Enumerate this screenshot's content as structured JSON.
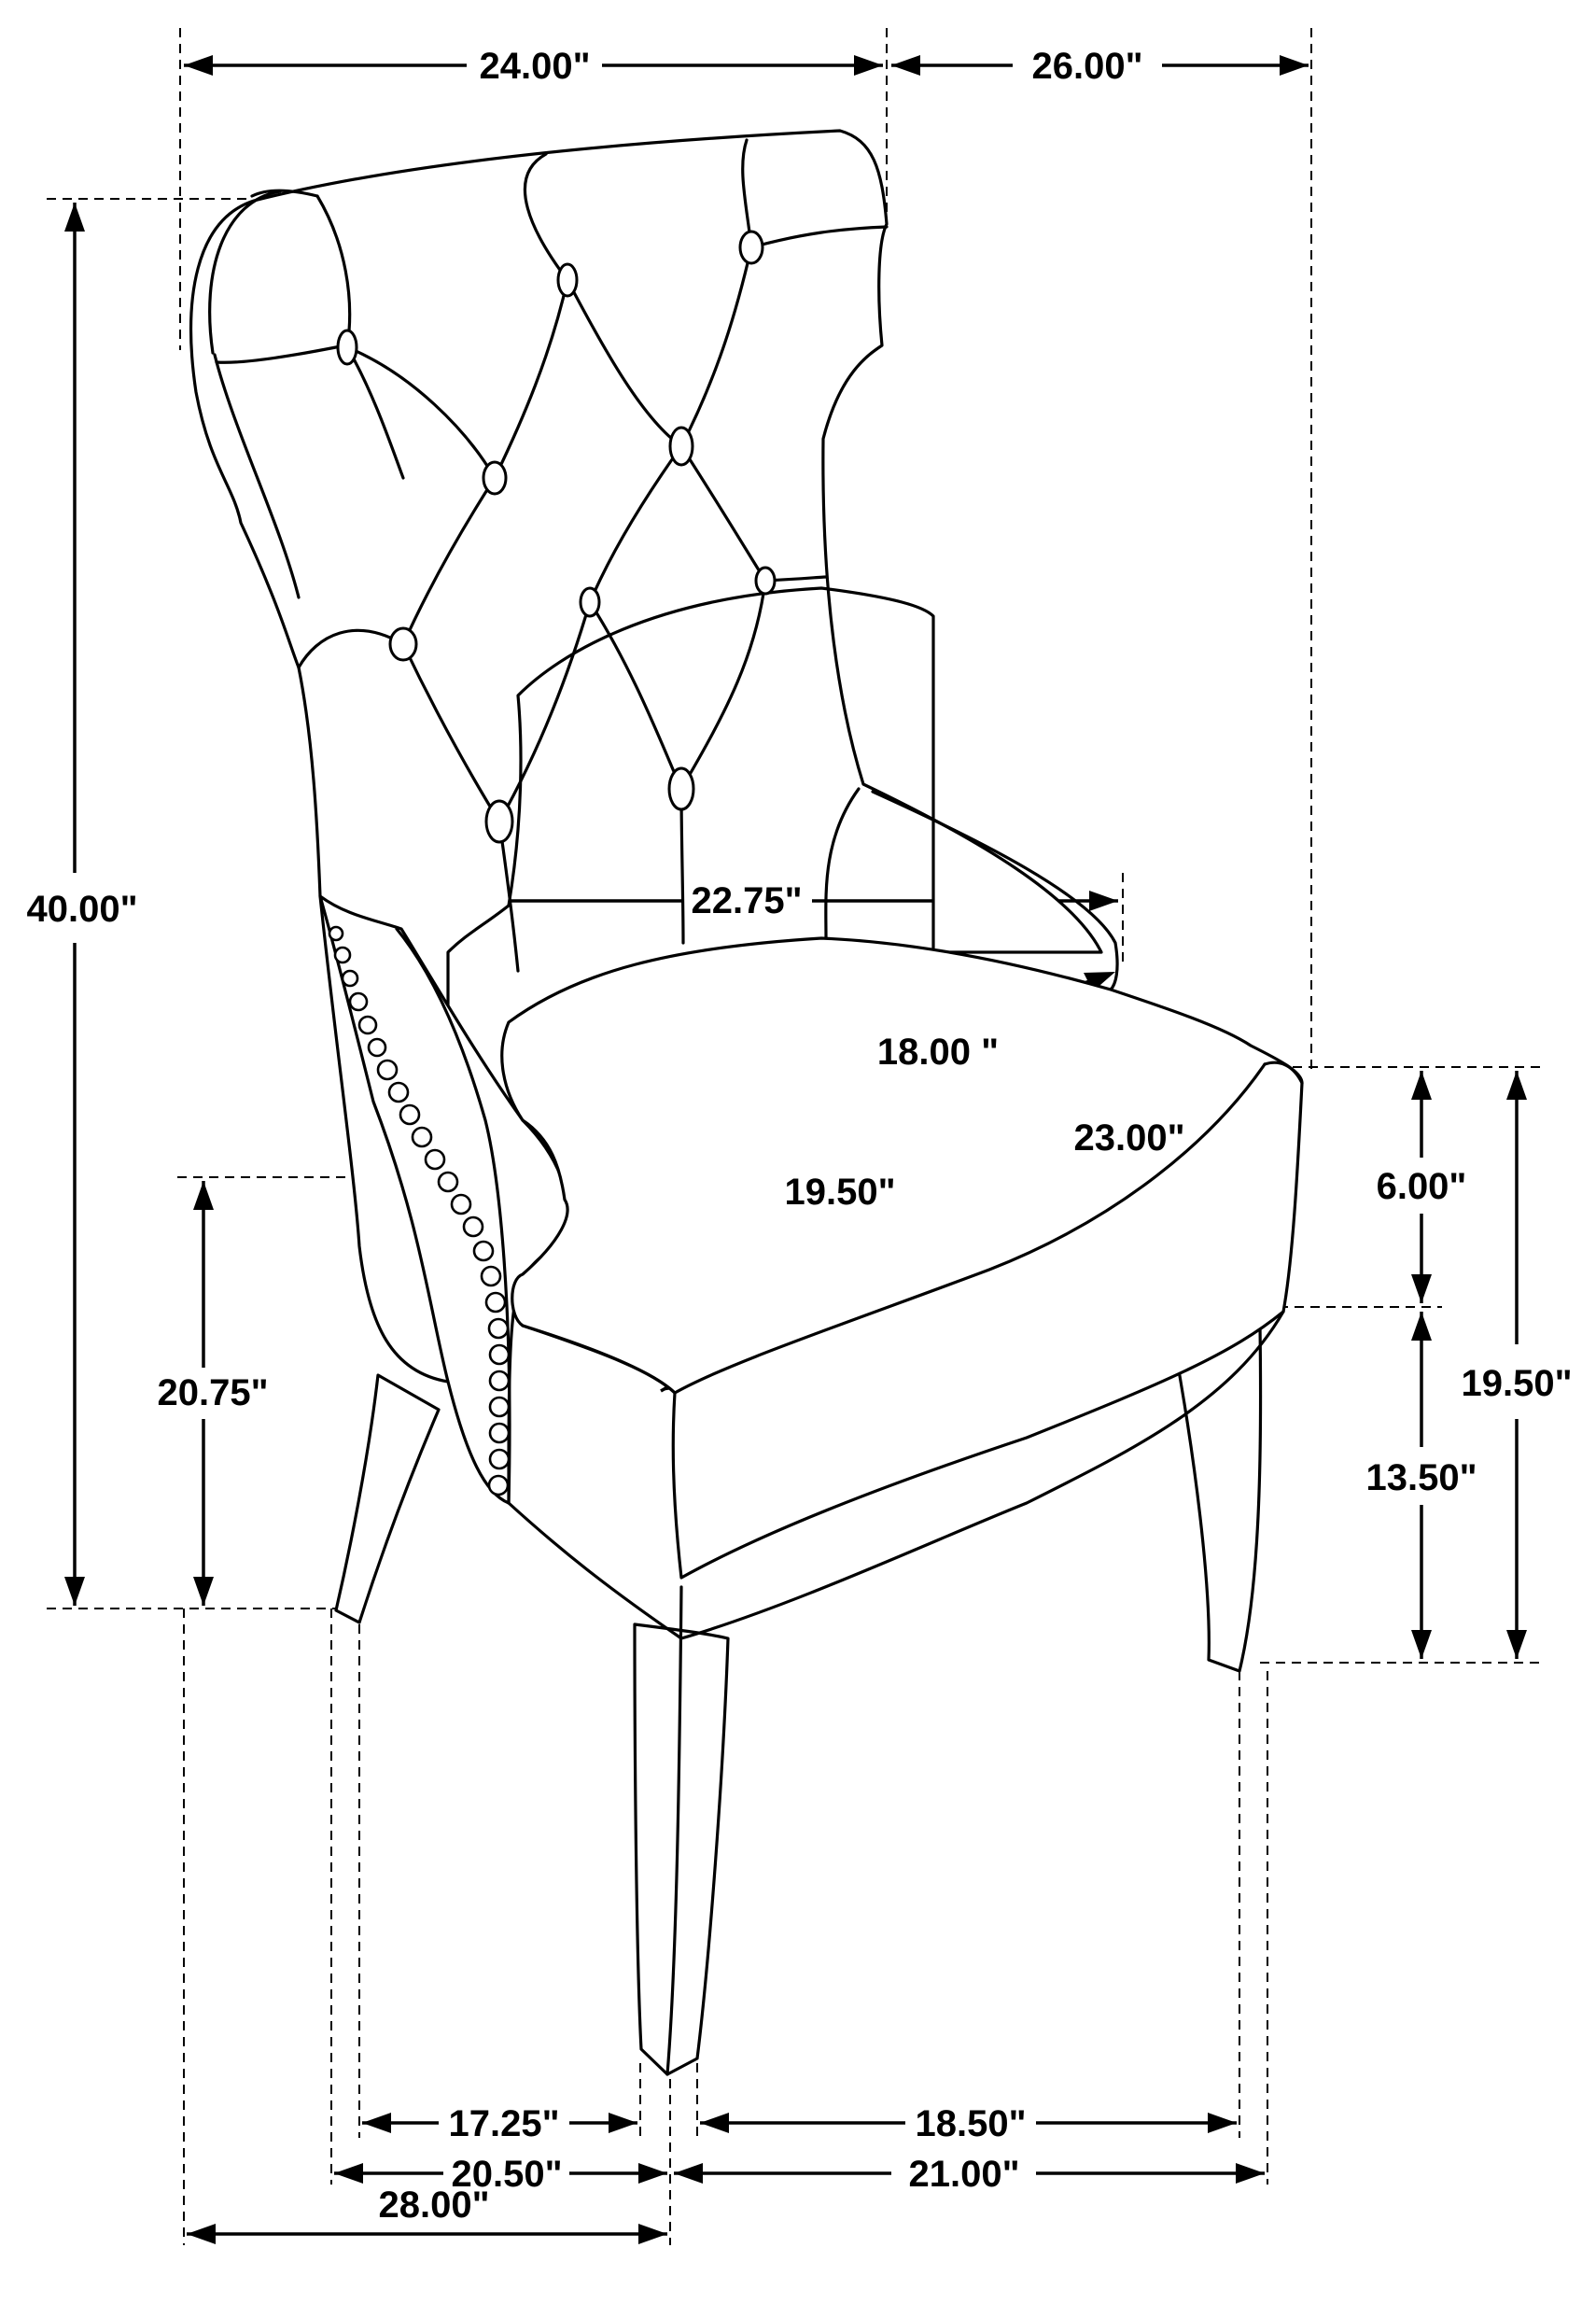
{
  "diagram": {
    "background": "#ffffff",
    "line_color": "#000000",
    "dimensions": {
      "overall_width": "24.00\"",
      "overall_depth_top": "26.00\"",
      "overall_height": "40.00\"",
      "seat_width": "22.75\"",
      "seat_depth_inner": "18.00 \"",
      "seat_depth_diag": "19.50\"",
      "seat_diag_front": "23.00\"",
      "cushion_height": "6.00\"",
      "seat_height": "19.50\"",
      "leg_height": "13.50\"",
      "arm_height": "20.75\"",
      "leg_span_left_inner": "17.25\"",
      "leg_span_right_inner": "18.50\"",
      "leg_span_left_outer": "20.50\"",
      "leg_span_right_outer": "21.00\"",
      "overall_depth_bottom": "28.00\""
    }
  }
}
